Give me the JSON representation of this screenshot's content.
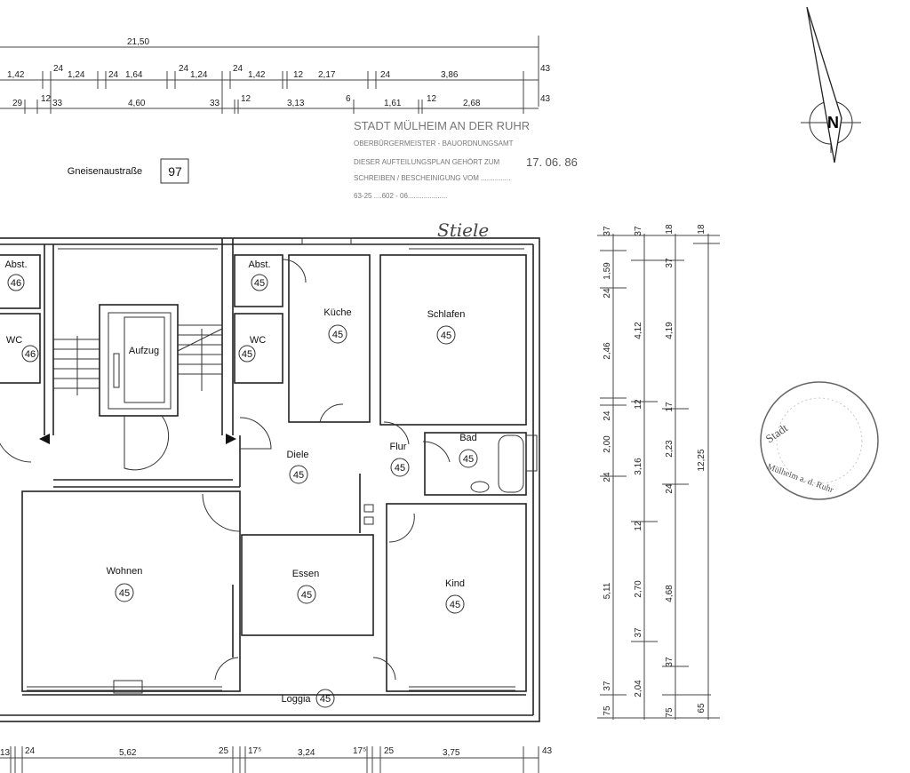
{
  "street": {
    "name": "Gneisenaustraße",
    "number": "97"
  },
  "rooms": [
    {
      "label": "Abst.",
      "tag": "46"
    },
    {
      "label": "WC",
      "tag": "46"
    },
    {
      "label": "Aufzug"
    },
    {
      "label": "Abst.",
      "tag": "45"
    },
    {
      "label": "WC",
      "tag": "45"
    },
    {
      "label": "Küche",
      "tag": "45"
    },
    {
      "label": "Schlafen",
      "tag": "45"
    },
    {
      "label": "Bad",
      "tag": "45"
    },
    {
      "label": "Diele",
      "tag": "45"
    },
    {
      "label": "Flur",
      "tag": "45"
    },
    {
      "label": "Wohnen",
      "tag": "45"
    },
    {
      "label": "Essen",
      "tag": "45"
    },
    {
      "label": "Kind",
      "tag": "45"
    },
    {
      "label": "Loggia",
      "tag": "45"
    }
  ],
  "dimensions": {
    "total_top": "21,50",
    "top_row1": [
      "1,42",
      "24",
      "1,24",
      "24",
      "1,64",
      "24",
      "1,24",
      "24",
      "1,42",
      "12",
      "2,17",
      "24",
      "3,86",
      "43"
    ],
    "top_row2": [
      "29",
      "12",
      "33",
      "4,60",
      "33",
      "12",
      "3,13",
      "6",
      "1,61",
      "12",
      "2,68",
      "43"
    ],
    "bottom_row": [
      "13",
      "24",
      "5,62",
      "25",
      "17⁵",
      "3,24",
      "17⁵",
      "25",
      "3,75",
      "43"
    ],
    "right_col1": [
      "37",
      "1,59",
      "24",
      "2,46",
      "24",
      "2,00",
      "24",
      "5,11",
      "37",
      "75"
    ],
    "right_col2": [
      "37",
      "4,12",
      "12",
      "3,16",
      "12",
      "2,70",
      "37",
      "2,04"
    ],
    "right_col3": [
      "18",
      "37",
      "4,19",
      "17",
      "2,23",
      "24",
      "4,68",
      "37",
      "75"
    ],
    "right_col4": [
      "18",
      "12,25",
      "65"
    ]
  },
  "stamp": {
    "line1": "STADT MÜLHEIM AN DER RUHR",
    "line2": "OBERBÜRGERMEISTER - BAUORDNUNGSAMT",
    "line3": "DIESER AUFTEILUNGSPLAN GEHÖRT ZUM",
    "date": "17. 06. 86",
    "line4": "SCHREIBEN / BESCHEINIGUNG VOM ...............",
    "line5": "63-25 ....602 - 06....................",
    "signature": "Stiele"
  },
  "seal": {
    "top": "Stadt",
    "bottom": "Mülheim a. d. Ruhr"
  },
  "north_label": "N"
}
